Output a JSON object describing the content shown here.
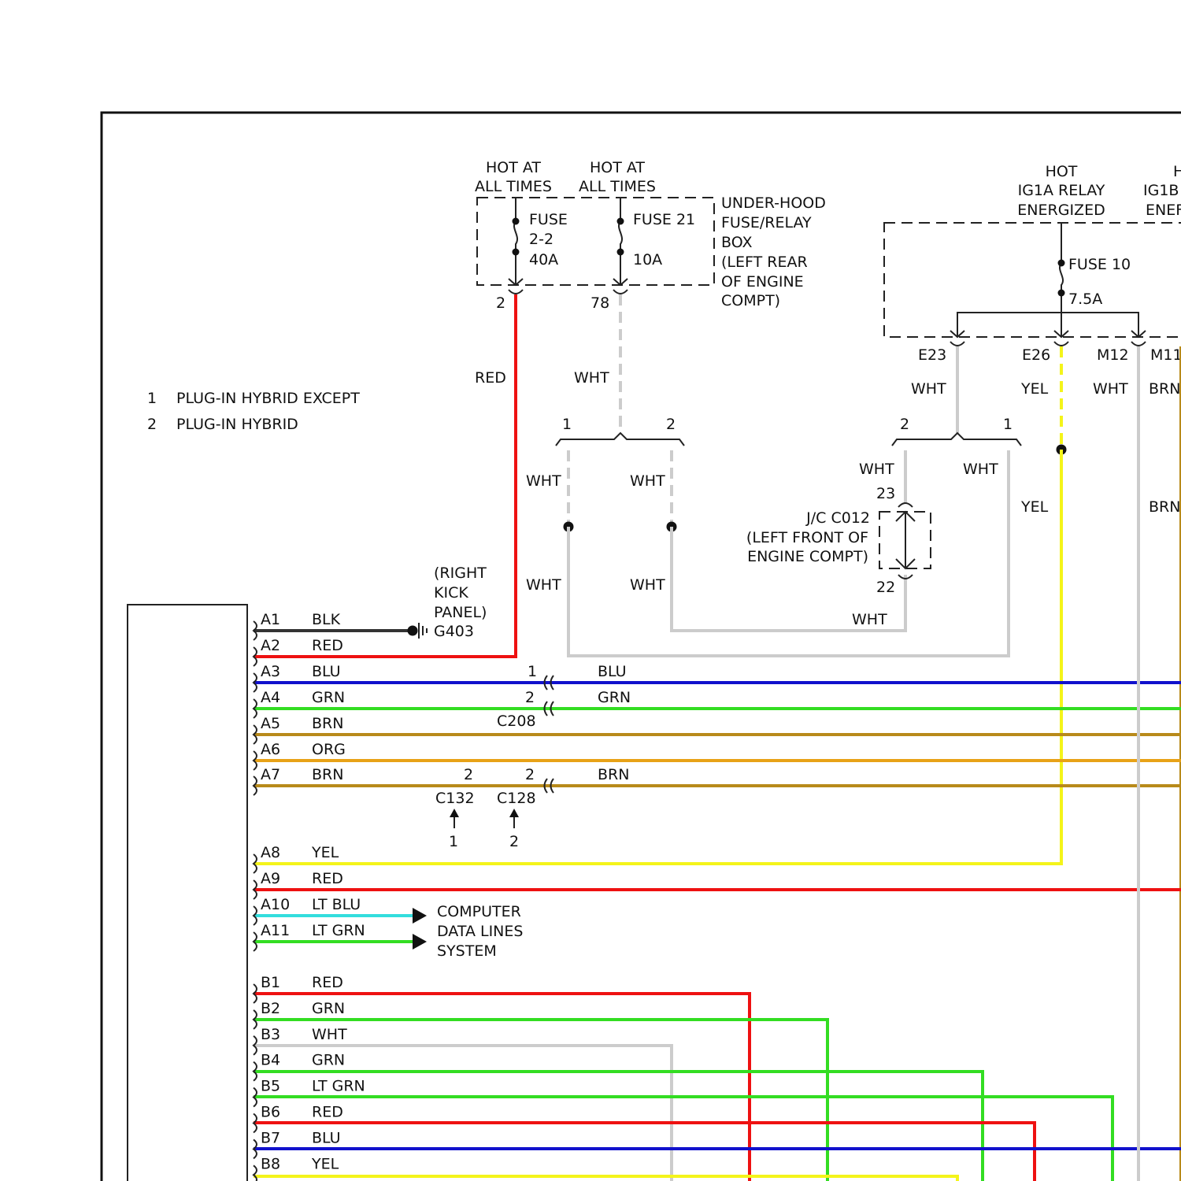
{
  "colors": {
    "BLK": "#333333",
    "RED": "#ee1111",
    "WHT": "#cccccc",
    "BLU": "#1111cc",
    "GRN": "#33dd22",
    "BRN": "#b88a1a",
    "ORG": "#e8a217",
    "YEL": "#f4f41a",
    "LT BLU": "#33dddd",
    "LT GRN": "#33dd22"
  },
  "legend": [
    {
      "num": "1",
      "text": "PLUG-IN HYBRID EXCEPT"
    },
    {
      "num": "2",
      "text": "PLUG-IN HYBRID"
    }
  ],
  "power_sources": {
    "hot1_line1": "HOT AT",
    "hot1_line2": "ALL TIMES",
    "hot2_line1": "HOT AT",
    "hot2_line2": "ALL TIMES",
    "hot3_line1": "HOT",
    "hot3_line2": "IG1A RELAY",
    "hot3_line3": "ENERGIZED",
    "hot4_line1": "H",
    "hot4_line2": "IG1B",
    "hot4_line3": "ENEF"
  },
  "fuse_box": {
    "line1": "UNDER-HOOD",
    "line2": "FUSE/RELAY",
    "line3": "BOX",
    "line4": "(LEFT REAR",
    "line5": "OF ENGINE",
    "line6": "COMPT)"
  },
  "fuses": {
    "f1_name": "FUSE",
    "f1_num": "2-2",
    "f1_amp": "40A",
    "f2_name": "FUSE 21",
    "f2_amp": "10A",
    "f3_name": "FUSE 10",
    "f3_amp": "7.5A"
  },
  "pins": {
    "p2": "2",
    "p78": "78",
    "e23": "E23",
    "e26": "E26",
    "m12": "M12",
    "m11": "M11",
    "s1_left": "1",
    "s1_right": "2",
    "s2_left": "2",
    "s2_right": "1",
    "jc_top": "23",
    "jc_bottom": "22"
  },
  "wire_labels": {
    "red_up": "RED",
    "wht_up": "WHT",
    "wht_a": "WHT",
    "wht_b": "WHT",
    "wht_c": "WHT",
    "wht_d": "WHT",
    "e23_wht": "WHT",
    "e26_yel": "YEL",
    "m12_wht": "WHT",
    "m11_brn": "BRN",
    "jc_wht_left": "WHT",
    "jc_wht_right": "WHT",
    "yel_lower": "YEL",
    "brn_lower": "BRN",
    "jc_bottom_wht": "WHT"
  },
  "junction": {
    "line1": "J/C C012",
    "line2": "(LEFT FRONT OF",
    "line3": "ENGINE COMPT)"
  },
  "ground": {
    "line1": "(RIGHT",
    "line2": "KICK",
    "line3": "PANEL)",
    "name": "G403"
  },
  "connectors": {
    "a3_num": "1",
    "a3_label": "BLU",
    "a4_num": "2",
    "a4_label": "GRN",
    "c208": "C208",
    "a7_num1": "2",
    "a7_num2": "2",
    "a7_label": "BRN",
    "c132": "C132",
    "c128": "C128",
    "c132_note": "1",
    "c128_note": "2"
  },
  "computer_data": {
    "line1": "COMPUTER",
    "line2": "DATA LINES",
    "line3": "SYSTEM"
  },
  "a_pins": [
    {
      "pin": "A1",
      "color": "BLK"
    },
    {
      "pin": "A2",
      "color": "RED"
    },
    {
      "pin": "A3",
      "color": "BLU"
    },
    {
      "pin": "A4",
      "color": "GRN"
    },
    {
      "pin": "A5",
      "color": "BRN"
    },
    {
      "pin": "A6",
      "color": "ORG"
    },
    {
      "pin": "A7",
      "color": "BRN"
    },
    {
      "pin": "A8",
      "color": "YEL"
    },
    {
      "pin": "A9",
      "color": "RED"
    },
    {
      "pin": "A10",
      "color": "LT BLU"
    },
    {
      "pin": "A11",
      "color": "LT GRN"
    }
  ],
  "b_pins": [
    {
      "pin": "B1",
      "color": "RED"
    },
    {
      "pin": "B2",
      "color": "GRN"
    },
    {
      "pin": "B3",
      "color": "WHT"
    },
    {
      "pin": "B4",
      "color": "GRN"
    },
    {
      "pin": "B5",
      "color": "LT GRN"
    },
    {
      "pin": "B6",
      "color": "RED"
    },
    {
      "pin": "B7",
      "color": "BLU"
    },
    {
      "pin": "B8",
      "color": "YEL"
    }
  ]
}
